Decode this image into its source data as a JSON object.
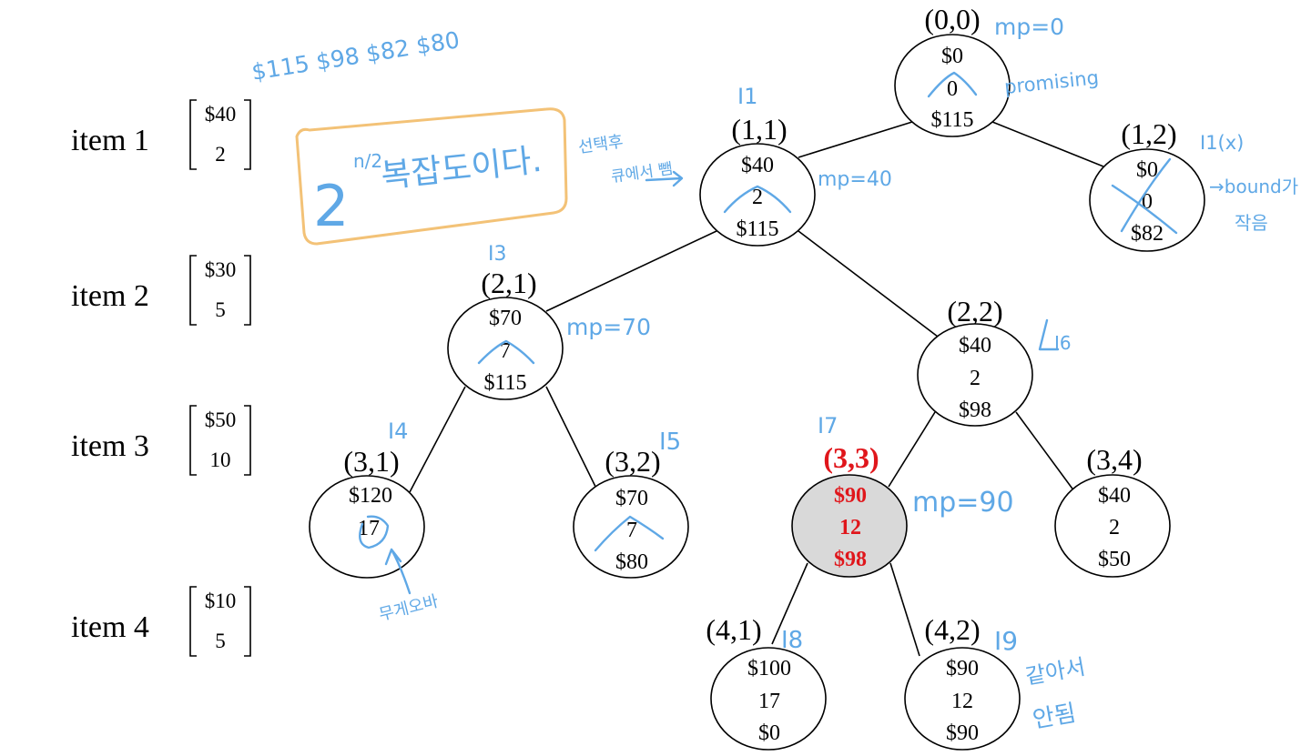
{
  "items": [
    {
      "label": "item 1",
      "value": "$40",
      "weight": "2"
    },
    {
      "label": "item 2",
      "value": "$30",
      "weight": "5"
    },
    {
      "label": "item 3",
      "value": "$50",
      "weight": "10"
    },
    {
      "label": "item 4",
      "value": "$10",
      "weight": "5"
    }
  ],
  "nodes": {
    "n00": {
      "label": "(0,0)",
      "profit": "$0",
      "weight": "0",
      "bound": "$115"
    },
    "n11": {
      "label": "(1,1)",
      "profit": "$40",
      "weight": "2",
      "bound": "$115"
    },
    "n12": {
      "label": "(1,2)",
      "profit": "$0",
      "weight": "0",
      "bound": "$82"
    },
    "n21": {
      "label": "(2,1)",
      "profit": "$70",
      "weight": "7",
      "bound": "$115"
    },
    "n22": {
      "label": "(2,2)",
      "profit": "$40",
      "weight": "2",
      "bound": "$98"
    },
    "n31": {
      "label": "(3,1)",
      "profit": "$120",
      "weight": "17",
      "bound": ""
    },
    "n32": {
      "label": "(3,2)",
      "profit": "$70",
      "weight": "7",
      "bound": "$80"
    },
    "n33": {
      "label": "(3,3)",
      "profit": "$90",
      "weight": "12",
      "bound": "$98"
    },
    "n34": {
      "label": "(3,4)",
      "profit": "$40",
      "weight": "2",
      "bound": "$50"
    },
    "n41": {
      "label": "(4,1)",
      "profit": "$100",
      "weight": "17",
      "bound": "$0"
    },
    "n42": {
      "label": "(4,2)",
      "profit": "$90",
      "weight": "12",
      "bound": "$90"
    }
  },
  "highlight_color": "#e0161b",
  "annotation_color": "#5fa8e6",
  "box_color": "#f3c277",
  "notes": {
    "bounds_list": "$115 $98 $82 $80",
    "boxed_base": "2",
    "boxed_exp": "n/2",
    "boxed_text": "복잡도이다.",
    "mp0": "mp=0",
    "promising": "promising",
    "i1": "I1",
    "mp40": "mp=40",
    "select_left": "선택후",
    "queue_back": "큐에서 뺌",
    "i1x": "I1(x)",
    "bound_small": "→bound가",
    "small": "작음",
    "i3": "I3",
    "mp70": "mp=70",
    "i6": "I6",
    "i4": "I4",
    "i5": "I5",
    "i7": "I7",
    "mp90": "mp=90",
    "overweight": "무게오바",
    "i8": "I8",
    "i9": "I9",
    "same1": "같아서",
    "same2": "안됨"
  }
}
